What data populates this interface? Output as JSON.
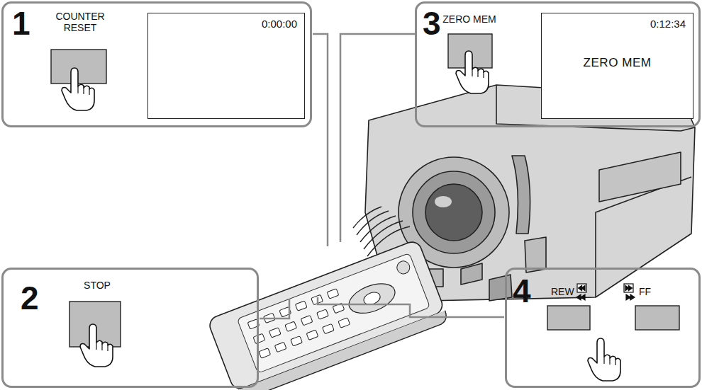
{
  "diagram": {
    "nodes": [
      {
        "text": [
          "1",
          "COUNTER RESET"
        ]
      },
      {
        "text": [
          "0:00:00"
        ],
        "in": 0
      },
      {
        "text": [
          "3",
          "ZERO MEM"
        ]
      },
      {
        "text": [
          "0:12:34",
          "ZERO MEM"
        ],
        "in": 2
      },
      {
        "text": [
          "2",
          "STOP"
        ]
      },
      {
        "text": [
          "4",
          "REW",
          "FF"
        ]
      }
    ]
  }
}
